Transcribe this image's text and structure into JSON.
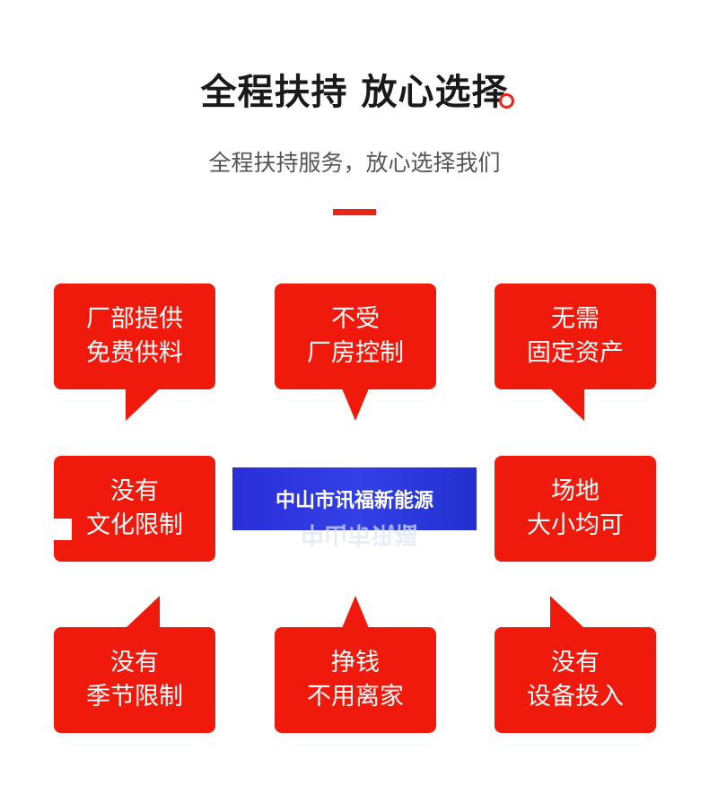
{
  "header": {
    "title": "全程扶持 放心选择",
    "subtitle": "全程扶持服务，放心选择我们"
  },
  "cards": [
    {
      "line1": "厂部提供",
      "line2": "免费供料"
    },
    {
      "line1": "不受",
      "line2": "厂房控制"
    },
    {
      "line1": "无需",
      "line2": "固定资产"
    },
    {
      "line1": "没有",
      "line2": "文化限制"
    },
    {
      "line1": "场地",
      "line2": "大小均可"
    },
    {
      "line1": "没有",
      "line2": "季节限制"
    },
    {
      "line1": "挣钱",
      "line2": "不用离家"
    },
    {
      "line1": "没有",
      "line2": "设备投入"
    }
  ],
  "center_banner": {
    "label": "中山市讯福新能源",
    "reflection": "中山市讯福"
  },
  "colors": {
    "accent": "#e8261a",
    "card": "#f01a0c",
    "banner": "#3340e6"
  }
}
